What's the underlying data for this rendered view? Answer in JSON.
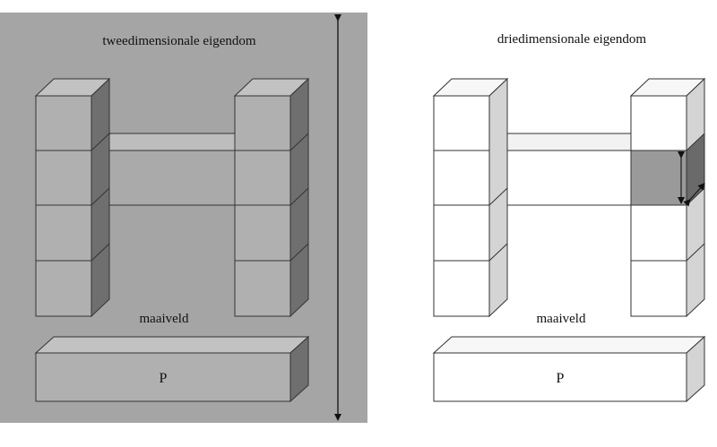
{
  "left_panel": {
    "title": "tweedimensionale eigendom",
    "ground_label": "maaiveld",
    "parcel_label": "P",
    "background_color": "#a5a5a5"
  },
  "right_panel": {
    "title": "driedimensionale eigendom",
    "ground_label": "maaiveld",
    "parcel_label": "P",
    "background_color": "#ffffff",
    "highlight_color": "#9a9a9a"
  }
}
